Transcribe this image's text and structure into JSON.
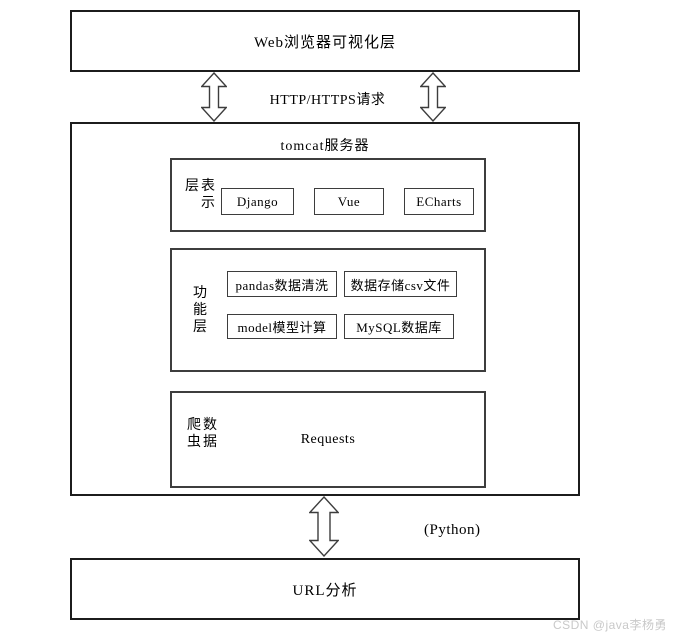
{
  "diagram": {
    "top_box": {
      "label": "Web浏览器可视化层"
    },
    "http_arrow_label": "HTTP/HTTPS请求",
    "tomcat": {
      "title": "tomcat服务器",
      "presentation_layer": {
        "label": "表示层",
        "items": [
          "Django",
          "Vue",
          "ECharts"
        ]
      },
      "function_layer": {
        "label": "功能层",
        "items": [
          "pandas数据清洗",
          "数据存储csv文件",
          "model模型计算",
          "MySQL数据库"
        ]
      },
      "crawler_layer": {
        "label": "数据爬虫",
        "items": [
          "Requests"
        ]
      }
    },
    "python_label": "(Python)",
    "bottom_box": {
      "label": "URL分析"
    },
    "watermark": "CSDN @java李杨勇",
    "colors": {
      "background": "#ffffff",
      "outer_border": "#1c1c1c",
      "inner_border": "#3d3d3d",
      "watermark_text": "#c9c9c9"
    }
  }
}
